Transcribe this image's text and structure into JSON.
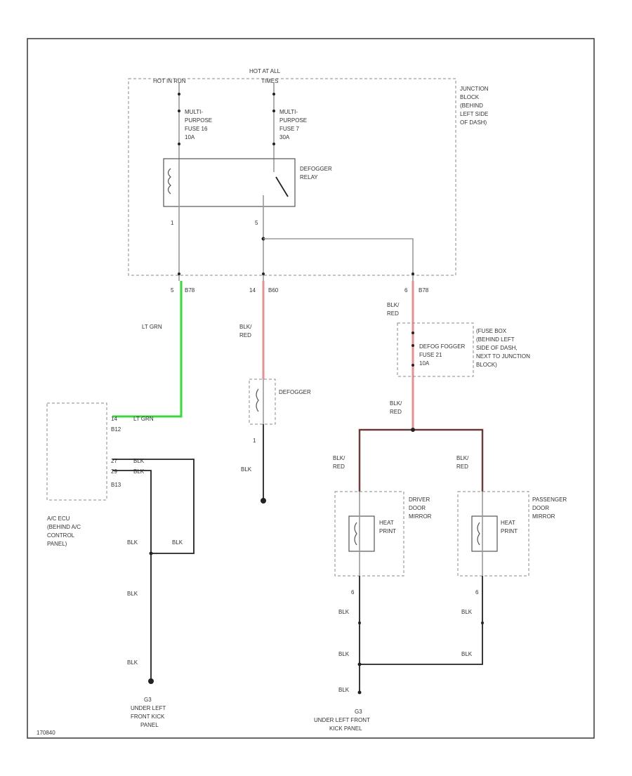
{
  "diagram": {
    "top_labels": {
      "hot_run": "HOT IN RUN",
      "hot_all_1": "HOT AT ALL",
      "hot_all_2": "TIMES"
    },
    "junction_block": [
      "JUNCTION",
      "BLOCK",
      "(BEHIND",
      "LEFT SIDE",
      "OF DASH)"
    ],
    "fuse_10": [
      "MULTI-",
      "PURPOSE",
      "FUSE 16",
      "10A"
    ],
    "fuse_7": [
      "MULTI-",
      "PURPOSE",
      "FUSE 7",
      "30A"
    ],
    "relay": [
      "DEFOGGER",
      "RELAY"
    ],
    "pins": {
      "relay_left": "1",
      "relay_mid": "5",
      "conn_left_num": "5",
      "conn_left_id": "B78",
      "conn_mid_num": "14",
      "conn_mid_id": "B60",
      "conn_right_num": "6",
      "conn_right_id": "B78",
      "ecu_b12_pin": "14",
      "ecu_b12_id": "B12",
      "ecu_b13_pin1": "27",
      "ecu_b13_pin2": "29",
      "ecu_b13_id": "B13",
      "defogger_pin": "1",
      "driver_pin": "6",
      "pass_pin": "6"
    },
    "wire_colors": {
      "lt_grn": "LT GRN",
      "lt_grn_b12": "LT GRN",
      "blk_red_mid": [
        "BLK/",
        "RED"
      ],
      "blk_red_right": [
        "BLK/",
        "RED"
      ],
      "blk_red_right2": [
        "BLK/",
        "RED"
      ],
      "blk_red_driver": [
        "BLK/",
        "RED"
      ],
      "blk_red_pass": [
        "BLK/",
        "RED"
      ],
      "blk": "BLK",
      "blk_b13_1": "BLK",
      "blk_b13_2": "BLK"
    },
    "fuse_box": [
      "(FUSE BOX",
      "(BEHIND LEFT",
      "SIDE OF DASH,",
      "NEXT TO JUNCTION",
      "BLOCK)"
    ],
    "defog_fuse": [
      "DEFOG FOGGER",
      "FUSE 21",
      "10A"
    ],
    "defogger": "DEFOGGER",
    "ecu": [
      "A/C ECU",
      "(BEHIND A/C",
      "CONTROL",
      "PANEL)"
    ],
    "driver_mirror": [
      "DRIVER",
      "DOOR",
      "MIRROR"
    ],
    "pass_mirror": [
      "PASSENGER",
      "DOOR",
      "MIRROR"
    ],
    "heat_print": [
      "HEAT",
      "PRINT"
    ],
    "ground_left": [
      "G3",
      "UNDER LEFT",
      "FRONT KICK",
      "PANEL"
    ],
    "ground_right": [
      "G3",
      "UNDER LEFT FRONT",
      "KICK PANEL"
    ],
    "footer_id": "170840"
  }
}
